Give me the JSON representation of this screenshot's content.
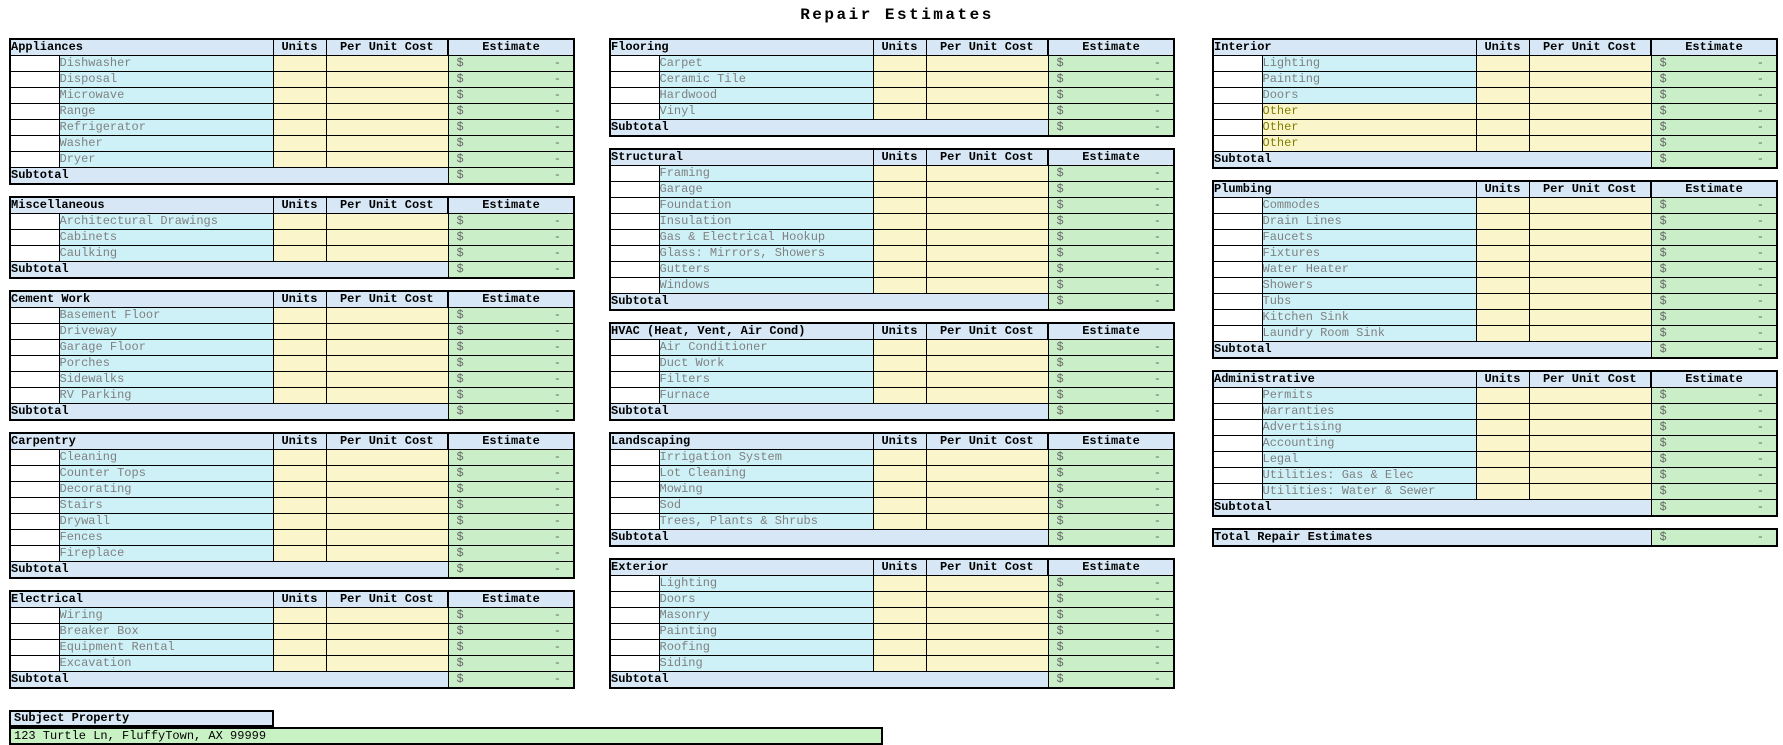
{
  "title": "Repair Estimates",
  "column_headers": {
    "units": "Units",
    "per_unit_cost": "Per Unit Cost",
    "estimate": "Estimate"
  },
  "subtotal_label": "Subtotal",
  "estimate_placeholder": {
    "currency": "$",
    "value": "-"
  },
  "total_row": {
    "label": "Total Repair Estimates"
  },
  "subject_property": {
    "label": "Subject Property",
    "address": "123 Turtle Ln, FluffyTown, AX 99999"
  },
  "colors": {
    "header_blue": "#d7e7f5",
    "item_cyan": "#cdf1f7",
    "cell_yellow": "#fbf5cc",
    "estimate_green": "#caefc8",
    "address_green": "#c8f2c4",
    "item_text": "#808080",
    "other_text": "#808000",
    "estimate_text": "#666666"
  },
  "sections": [
    {
      "name": "Appliances",
      "items": [
        {
          "label": "Dishwasher"
        },
        {
          "label": "Disposal"
        },
        {
          "label": "Microwave"
        },
        {
          "label": "Range"
        },
        {
          "label": "Refrigerator"
        },
        {
          "label": "Washer"
        },
        {
          "label": "Dryer"
        }
      ]
    },
    {
      "name": "Miscellaneous",
      "items": [
        {
          "label": "Architectural Drawings"
        },
        {
          "label": "Cabinets"
        },
        {
          "label": "Caulking"
        }
      ]
    },
    {
      "name": "Cement Work",
      "items": [
        {
          "label": "Basement Floor"
        },
        {
          "label": "Driveway"
        },
        {
          "label": "Garage Floor"
        },
        {
          "label": "Porches"
        },
        {
          "label": "Sidewalks"
        },
        {
          "label": "RV Parking"
        }
      ]
    },
    {
      "name": "Carpentry",
      "items": [
        {
          "label": "Cleaning"
        },
        {
          "label": "Counter Tops"
        },
        {
          "label": "Decorating"
        },
        {
          "label": "Stairs"
        },
        {
          "label": "Drywall"
        },
        {
          "label": "Fences"
        },
        {
          "label": "Fireplace"
        }
      ]
    },
    {
      "name": "Electrical",
      "items": [
        {
          "label": "Wiring"
        },
        {
          "label": "Breaker Box"
        },
        {
          "label": "Equipment Rental"
        },
        {
          "label": "Excavation"
        }
      ]
    },
    {
      "name": "Flooring",
      "items": [
        {
          "label": "Carpet"
        },
        {
          "label": "Ceramic Tile"
        },
        {
          "label": "Hardwood"
        },
        {
          "label": "Vinyl"
        }
      ]
    },
    {
      "name": "Structural",
      "items": [
        {
          "label": "Framing"
        },
        {
          "label": "Garage"
        },
        {
          "label": "Foundation"
        },
        {
          "label": "Insulation"
        },
        {
          "label": "Gas & Electrical Hookup"
        },
        {
          "label": "Glass: Mirrors, Showers"
        },
        {
          "label": "Gutters"
        },
        {
          "label": "Windows"
        }
      ]
    },
    {
      "name": "HVAC (Heat, Vent, Air Cond)",
      "items": [
        {
          "label": "Air Conditioner"
        },
        {
          "label": "Duct Work"
        },
        {
          "label": "Filters"
        },
        {
          "label": "Furnace"
        }
      ]
    },
    {
      "name": "Landscaping",
      "items": [
        {
          "label": "Irrigation System"
        },
        {
          "label": "Lot Cleaning"
        },
        {
          "label": "Mowing"
        },
        {
          "label": "Sod"
        },
        {
          "label": "Trees, Plants & Shrubs"
        }
      ]
    },
    {
      "name": "Exterior",
      "items": [
        {
          "label": "Lighting"
        },
        {
          "label": "Doors"
        },
        {
          "label": "Masonry"
        },
        {
          "label": "Painting"
        },
        {
          "label": "Roofing"
        },
        {
          "label": "Siding"
        }
      ]
    },
    {
      "name": "Interior",
      "items": [
        {
          "label": "Lighting"
        },
        {
          "label": "Painting"
        },
        {
          "label": "Doors"
        },
        {
          "label": "Other",
          "style": "other"
        },
        {
          "label": "Other",
          "style": "other"
        },
        {
          "label": "Other",
          "style": "other"
        }
      ]
    },
    {
      "name": "Plumbing",
      "items": [
        {
          "label": "Commodes"
        },
        {
          "label": "Drain Lines"
        },
        {
          "label": "Faucets"
        },
        {
          "label": "Fixtures"
        },
        {
          "label": "Water Heater"
        },
        {
          "label": "Showers"
        },
        {
          "label": "Tubs"
        },
        {
          "label": "Kitchen Sink"
        },
        {
          "label": "Laundry Room Sink"
        }
      ]
    },
    {
      "name": "Administrative",
      "items": [
        {
          "label": "Permits"
        },
        {
          "label": "Warranties"
        },
        {
          "label": "Advertising"
        },
        {
          "label": "Accounting"
        },
        {
          "label": "Legal"
        },
        {
          "label": "Utilities: Gas & Elec"
        },
        {
          "label": "Utilities: Water & Sewer"
        }
      ]
    }
  ]
}
